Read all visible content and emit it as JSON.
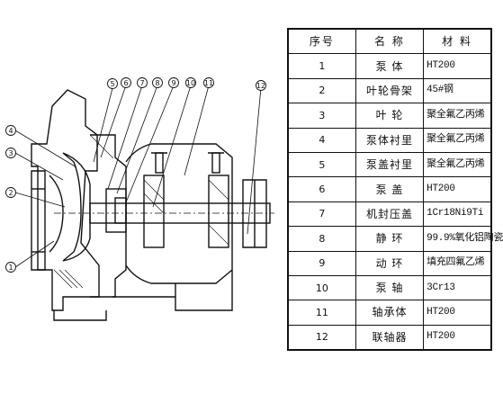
{
  "table": {
    "header": {
      "no": "序号",
      "name": "名 称",
      "material": "材 料"
    },
    "rows": [
      {
        "no": "1",
        "name": "泵 体",
        "material": "HT200"
      },
      {
        "no": "2",
        "name": "叶轮骨架",
        "material": "45#钢"
      },
      {
        "no": "3",
        "name": "叶 轮",
        "material": "聚全氟乙丙烯"
      },
      {
        "no": "4",
        "name": "泵体衬里",
        "material": "聚全氟乙丙烯"
      },
      {
        "no": "5",
        "name": "泵盖衬里",
        "material": "聚全氟乙丙烯"
      },
      {
        "no": "6",
        "name": "泵 盖",
        "material": "HT200"
      },
      {
        "no": "7",
        "name": "机封压盖",
        "material": "1Cr18Ni9Ti"
      },
      {
        "no": "8",
        "name": "静 环",
        "material": "99.9%氧化铝陶瓷"
      },
      {
        "no": "9",
        "name": "动 环",
        "material": "填充四氟乙烯"
      },
      {
        "no": "10",
        "name": "泵 轴",
        "material": "3Cr13"
      },
      {
        "no": "11",
        "name": "轴承体",
        "material": "HT200"
      },
      {
        "no": "12",
        "name": "联轴器",
        "material": "HT200"
      }
    ]
  },
  "callouts": [
    "1",
    "2",
    "3",
    "4",
    "5",
    "6",
    "7",
    "8",
    "9",
    "10",
    "11",
    "12"
  ]
}
